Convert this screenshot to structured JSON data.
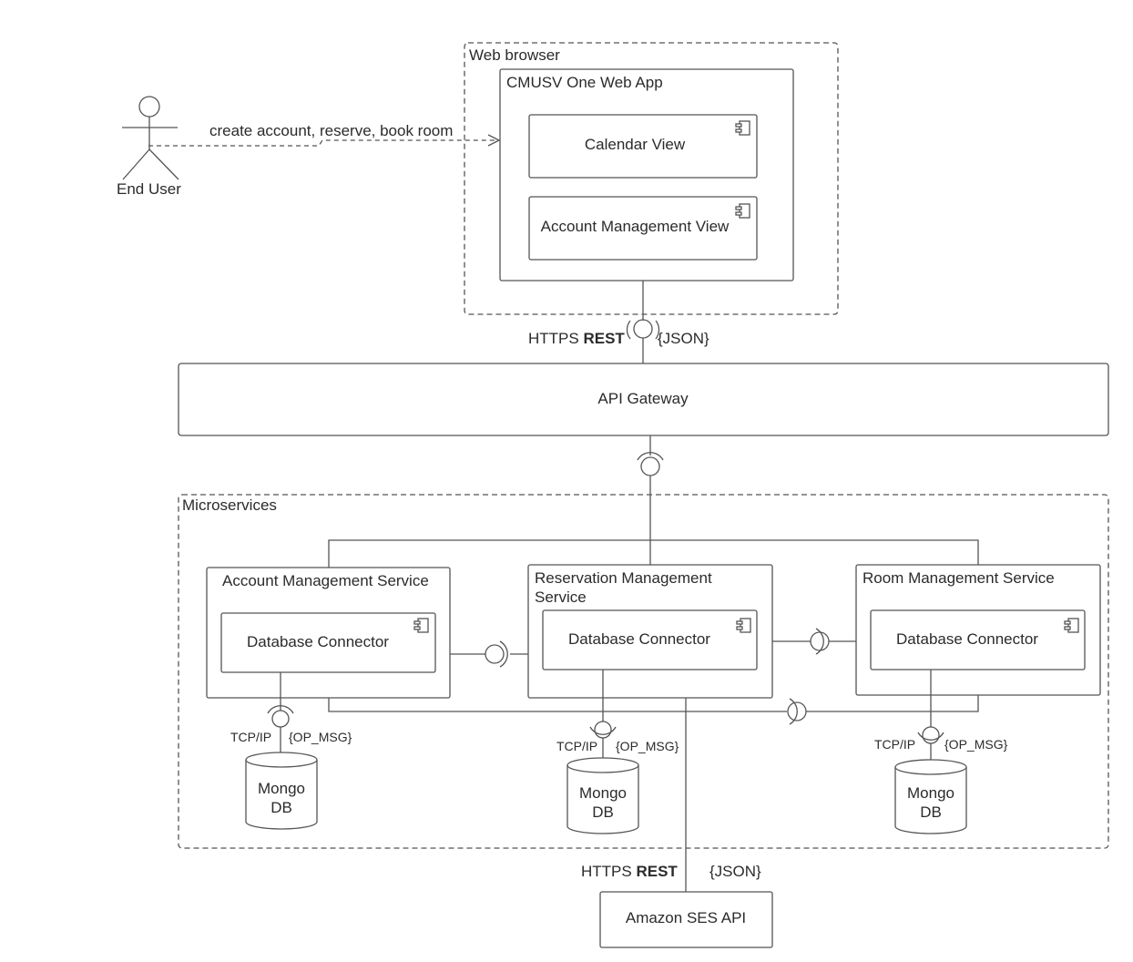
{
  "actor": {
    "label": "End User"
  },
  "actor_link": {
    "label": "create account, reserve, book room"
  },
  "web_browser": {
    "label": "Web browser",
    "app": {
      "label": "CMUSV One Web App",
      "components": [
        "Calendar View",
        "Account Management View"
      ]
    }
  },
  "browser_interface": {
    "protocol": "HTTPS",
    "style": "REST",
    "format": "{JSON}"
  },
  "gateway": {
    "label": "API Gateway"
  },
  "microservices": {
    "label": "Microservices",
    "services": [
      {
        "name": "Account Management Service",
        "component": "Database Connector",
        "db": {
          "line1": "Mongo",
          "line2": "DB"
        },
        "protocol": "TCP/IP",
        "format": "{OP_MSG}"
      },
      {
        "name_line1": "Reservation Management",
        "name_line2": "Service",
        "component": "Database Connector",
        "db": {
          "line1": "Mongo",
          "line2": "DB"
        },
        "protocol": "TCP/IP",
        "format": "{OP_MSG}"
      },
      {
        "name": "Room Management Service",
        "component": "Database Connector",
        "db": {
          "line1": "Mongo",
          "line2": "DB"
        },
        "protocol": "TCP/IP",
        "format": "{OP_MSG}"
      }
    ]
  },
  "ses_interface": {
    "protocol": "HTTPS",
    "style": "REST",
    "format": "{JSON}"
  },
  "external": {
    "label": "Amazon SES API"
  }
}
